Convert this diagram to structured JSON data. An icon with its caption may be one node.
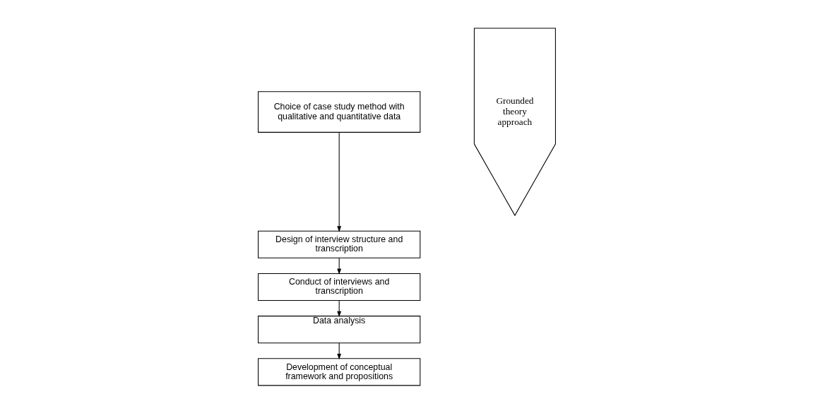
{
  "diagram": {
    "nodes": [
      {
        "text": [
          "Choice of case study method with qualitative and quantitative data"
        ]
      },
      {
        "text": [
          "Design of interview structure and transcription"
        ]
      },
      {
        "text": [
          "Conduct of interviews and transcription"
        ]
      },
      {
        "text": [
          "Data analysis"
        ]
      },
      {
        "text": [
          "Development of conceptual framework and propositions"
        ]
      },
      {
        "text": [
          "Grounded theory approach"
        ]
      }
    ],
    "edges": [
      {
        "from": 0,
        "to": 1,
        "arrow": "to"
      },
      {
        "from": 1,
        "to": 2,
        "arrow": "to"
      },
      {
        "from": 2,
        "to": 3,
        "arrow": "to"
      },
      {
        "from": 3,
        "to": 4,
        "arrow": "to"
      }
    ]
  }
}
